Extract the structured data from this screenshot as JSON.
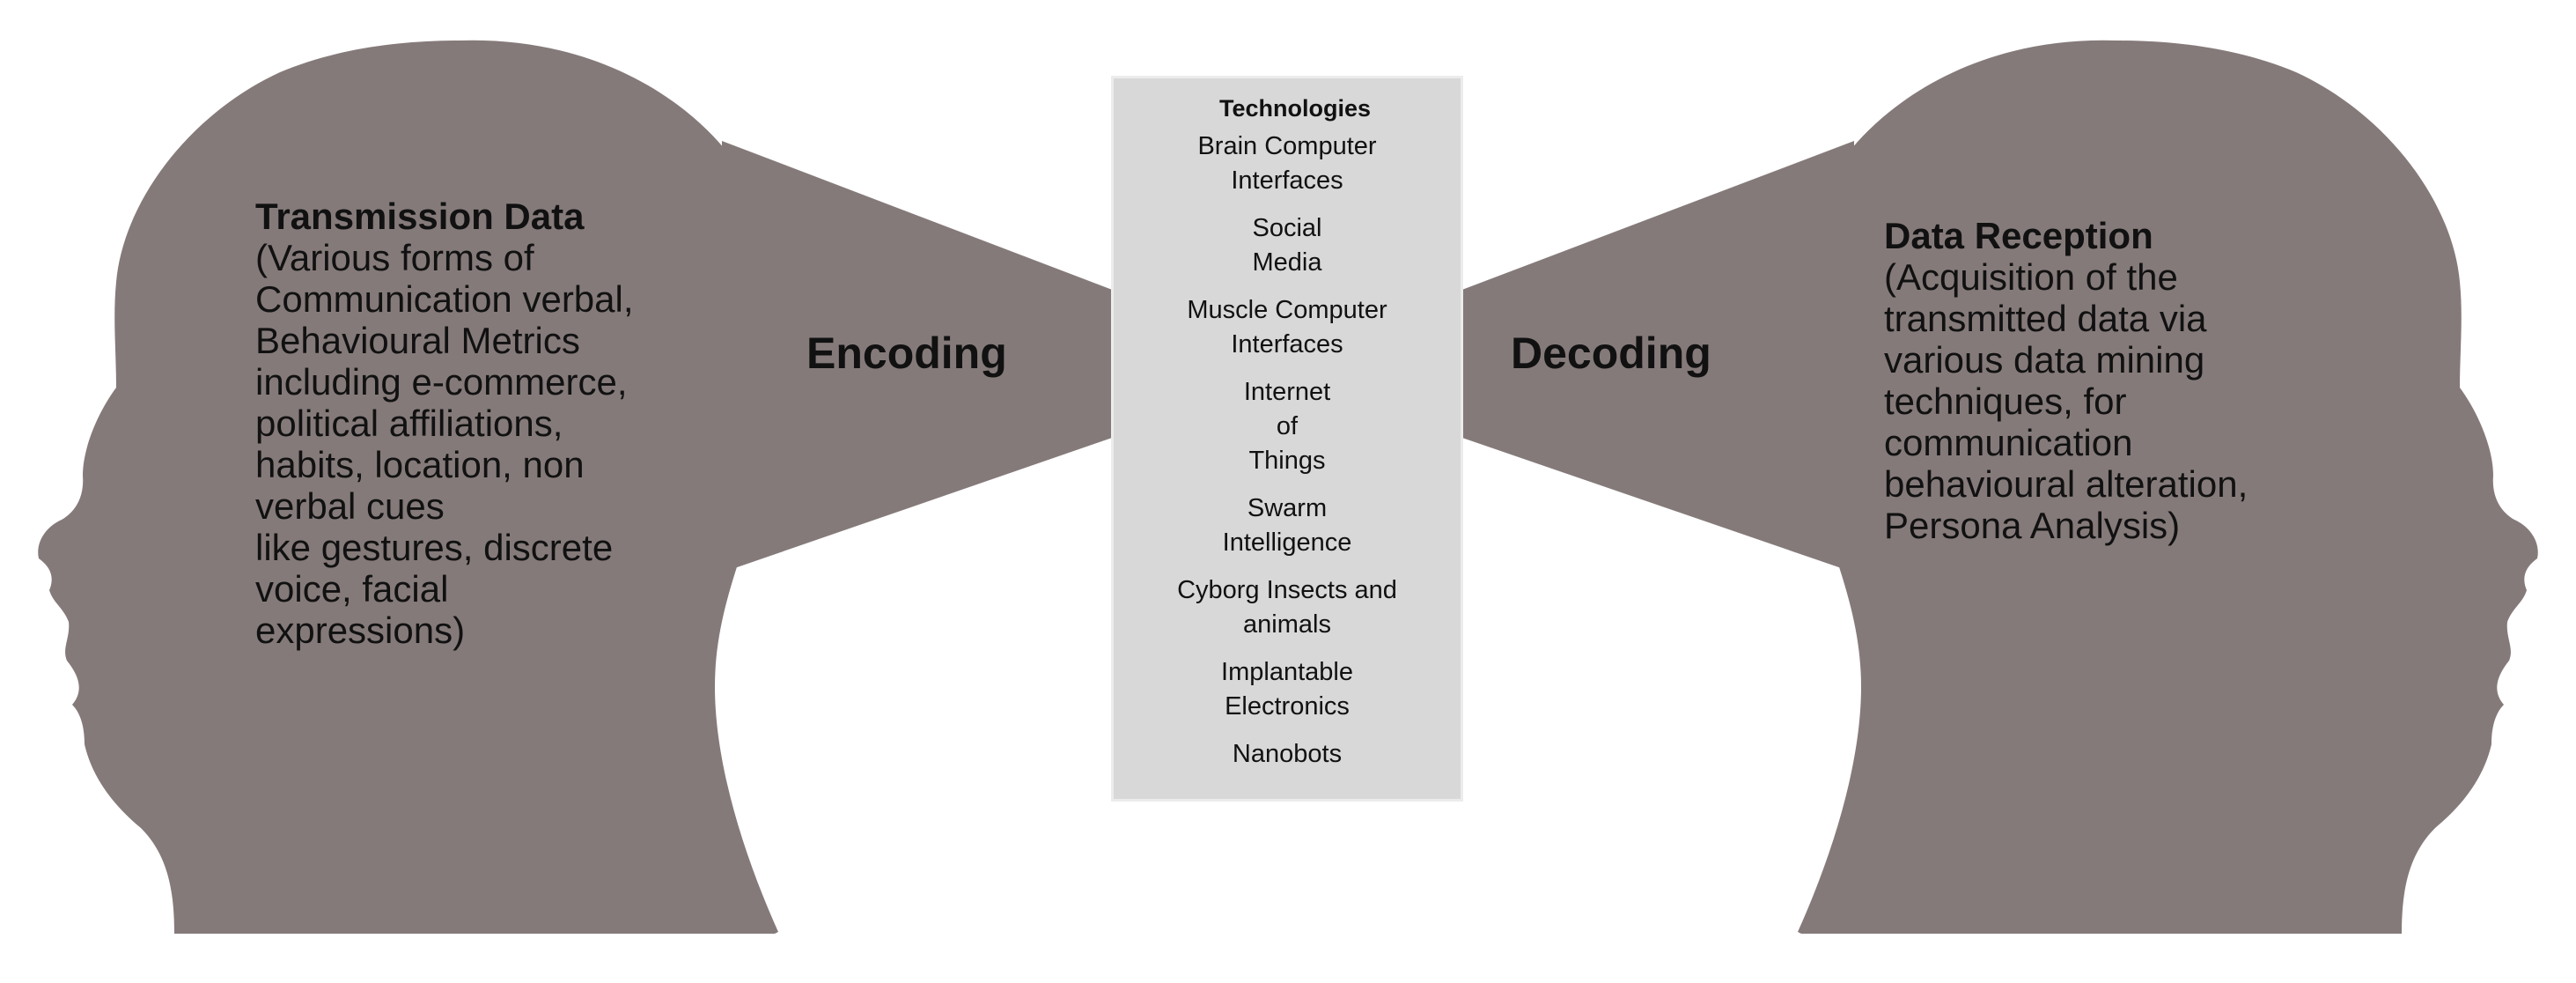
{
  "colors": {
    "head": "#857a7a",
    "box": "#d8d8d8",
    "text": "#111111"
  },
  "left_head": {
    "title": "Transmission Data",
    "body": "(Various forms of\nCommunication verbal,\nBehavioural Metrics\nincluding e-commerce,\npolitical affiliations,\nhabits, location, non\nverbal cues\nlike gestures, discrete\nvoice, facial\nexpressions)"
  },
  "right_head": {
    "title": "Data Reception",
    "body": "(Acquisition of the\ntransmitted data via\nvarious data mining\ntechniques, for\ncommunication\nbehavioural alteration,\nPersona Analysis)"
  },
  "encoding_label": "Encoding",
  "decoding_label": "Decoding",
  "technologies": {
    "title": "Technologies",
    "items": [
      "Brain Computer\nInterfaces",
      "Social\nMedia",
      "Muscle Computer\nInterfaces",
      "Internet\nof\nThings",
      "Swarm\nIntelligence",
      "Cyborg Insects and\nanimals",
      "Implantable\nElectronics",
      "Nanobots"
    ]
  }
}
